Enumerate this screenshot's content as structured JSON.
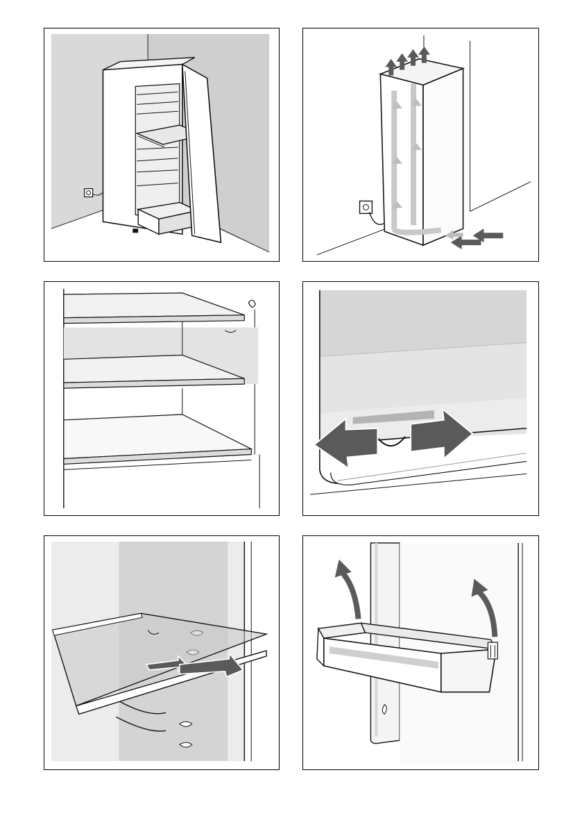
{
  "panels": [
    {
      "id": "p1",
      "depicts": "freezer-open-in-corner-icon"
    },
    {
      "id": "p2",
      "depicts": "appliance-ventilation-airflow-icon"
    },
    {
      "id": "p3",
      "depicts": "interior-shelves-icon"
    },
    {
      "id": "p4",
      "depicts": "slide-control-left-right-icon"
    },
    {
      "id": "p5",
      "depicts": "glass-shelf-removal-icon"
    },
    {
      "id": "p6",
      "depicts": "door-rack-lift-out-icon"
    }
  ],
  "colors": {
    "line": "#111111",
    "wall": "#d9d9d9",
    "wall_dark": "#b8b8b8",
    "arrow_dark": "#5a5a5a",
    "arrow_light": "#bdbdbd",
    "paper": "#ffffff"
  }
}
